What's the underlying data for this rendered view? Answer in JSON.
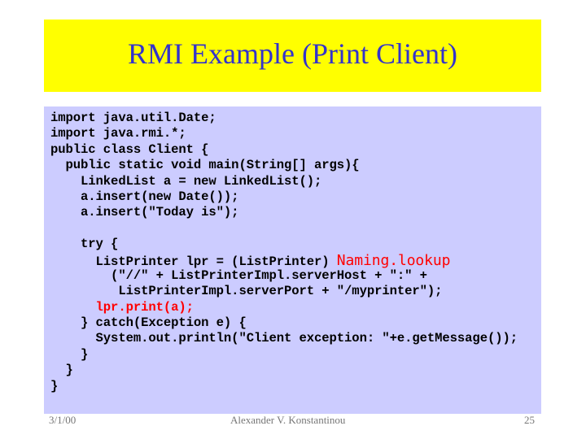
{
  "title": "RMI Example (Print Client)",
  "code": {
    "lines": [
      {
        "text": "import java.util.Date;"
      },
      {
        "text": "import java.rmi.*;"
      },
      {
        "text": "public class Client {"
      },
      {
        "text": "  public static void main(String[] args){"
      },
      {
        "text": "    LinkedList a = new LinkedList();"
      },
      {
        "text": "    a.insert(new Date());"
      },
      {
        "text": "    a.insert(\"Today is\");"
      },
      {
        "text": ""
      },
      {
        "text": "    try {"
      },
      {
        "text": "      ListPrinter lpr = (ListPrinter) ",
        "highlight": "Naming.lookup"
      },
      {
        "text": "        (\"//\" + ListPrinterImpl.serverHost + \":\" +"
      },
      {
        "text": "         ListPrinterImpl.serverPort + \"/myprinter\");"
      },
      {
        "text": "",
        "red": "      lpr.print(a);"
      },
      {
        "text": "    } catch(Exception e) {"
      },
      {
        "text": "      System.out.println(\"Client exception: \"+e.getMessage());"
      },
      {
        "text": "    }"
      },
      {
        "text": "  }"
      },
      {
        "text": "}"
      }
    ]
  },
  "footer": {
    "date": "3/1/00",
    "author": "Alexander V. Konstantinou",
    "page": "25"
  },
  "colors": {
    "title_bg": "#ffff00",
    "title_text": "#3333cc",
    "code_bg": "#ccccff",
    "highlight": "#ff0000"
  }
}
